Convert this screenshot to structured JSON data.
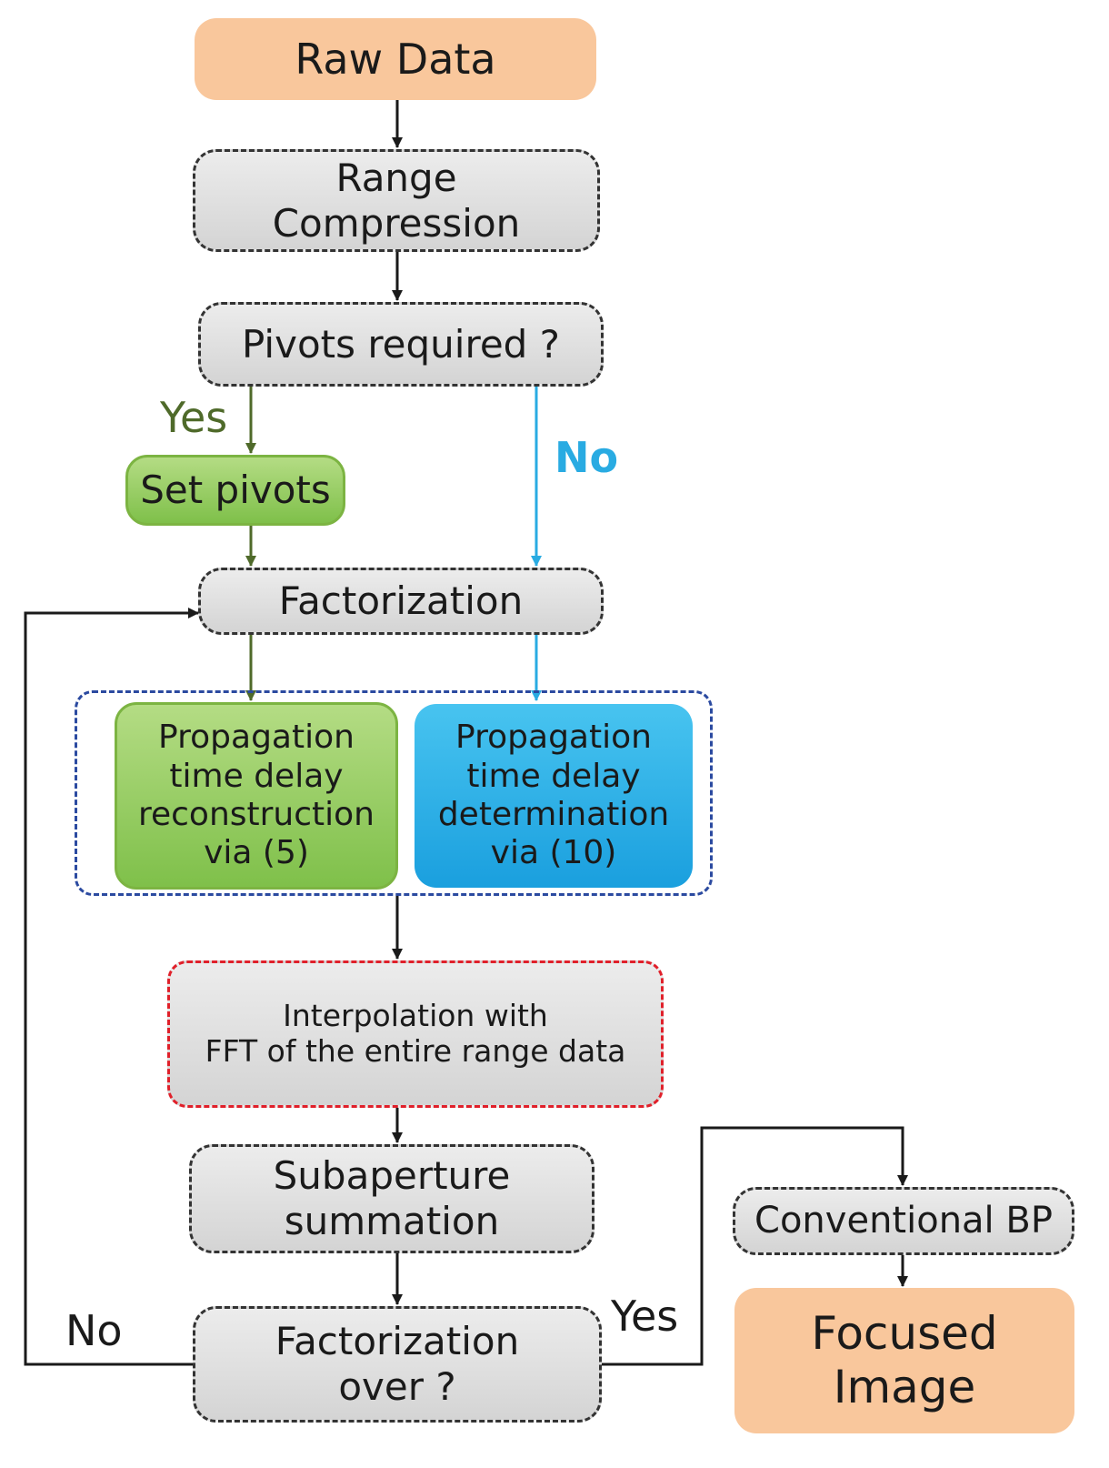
{
  "nodes": {
    "raw_data": "Raw Data",
    "range_compression": [
      "Range",
      "Compression"
    ],
    "pivots_required": "Pivots required ?",
    "set_pivots": "Set pivots",
    "factorization": "Factorization",
    "reconstruction": [
      "Propagation",
      "time delay",
      "reconstruction",
      "via (5)"
    ],
    "determination": [
      "Propagation",
      "time delay",
      "determination",
      "via (10)"
    ],
    "interpolation": [
      "Interpolation with",
      "FFT of the entire range data"
    ],
    "subaperture": [
      "Subaperture",
      "summation"
    ],
    "factorization_over": [
      "Factorization",
      "over ?"
    ],
    "conventional_bp": "Conventional BP",
    "focused_image": [
      "Focused",
      "Image"
    ]
  },
  "edge_labels": {
    "pivots_yes": "Yes",
    "pivots_no": "No",
    "over_no": "No",
    "over_yes": "Yes"
  },
  "colors": {
    "terminal_fill": "#f9c79c",
    "process_fill": "#dcdcdc",
    "green_fill": "#92c95a",
    "blue_fill": "#2bafe6",
    "yes_branch": "#4f6a2a",
    "no_branch": "#29abe2",
    "group_border": "#2b4aa0",
    "interpolation_border": "#e0202a",
    "arrow": "#1a1a1a"
  }
}
